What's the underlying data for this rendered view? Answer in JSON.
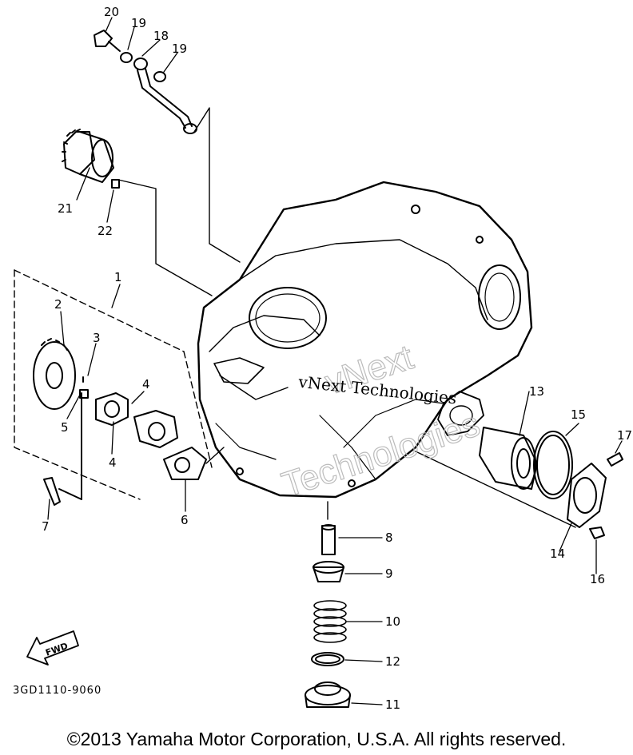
{
  "callouts": {
    "c1": "1",
    "c2": "2",
    "c3": "3",
    "c4a": "4",
    "c4b": "4",
    "c5": "5",
    "c6": "6",
    "c7": "7",
    "c8": "8",
    "c9": "9",
    "c10": "10",
    "c11": "11",
    "c12": "12",
    "c13": "13",
    "c14": "14",
    "c15": "15",
    "c16": "16",
    "c17": "17",
    "c18": "18",
    "c19a": "19",
    "c19b": "19",
    "c20": "20",
    "c21": "21",
    "c22": "22"
  },
  "fwd_label": "FWD",
  "drawing_code": "3GD1110-9060",
  "watermark": {
    "line1": "vNext Technologies",
    "line2": "vNext",
    "line3": "Technologies"
  },
  "copyright": "©2013 Yamaha Motor Corporation, U.S.A. All rights reserved."
}
